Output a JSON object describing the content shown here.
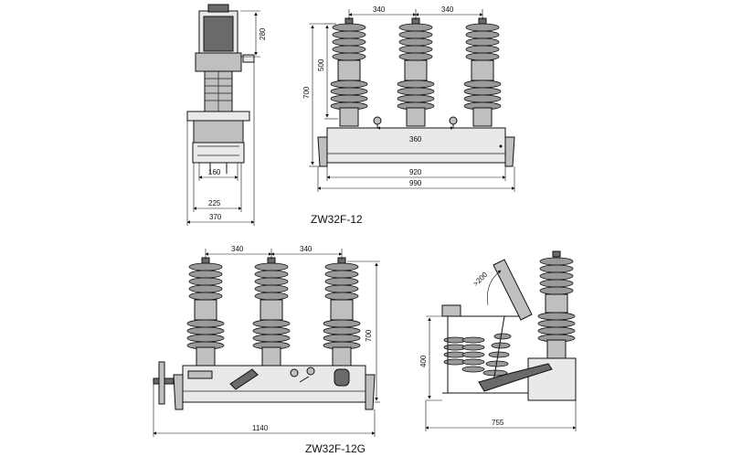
{
  "views": {
    "zw32f12_side": {
      "dims": {
        "height_top": "280",
        "base_inner": "160",
        "base_mid": "225",
        "base_outer": "370"
      }
    },
    "zw32f12_front": {
      "dims": {
        "pitch_1": "340",
        "pitch_2": "340",
        "insulator_height": "500",
        "total_height": "700",
        "mount_spacing": "360",
        "frame_width": "920",
        "overall_width": "990"
      }
    },
    "zw32f12g_front": {
      "dims": {
        "pitch_1": "340",
        "pitch_2": "340",
        "total_height": "700",
        "overall_width": "1140"
      }
    },
    "zw32f12g_side": {
      "dims": {
        "opening_angle": ">200",
        "height": "400",
        "overall_width": "755"
      }
    }
  },
  "models": {
    "top": "ZW32F-12",
    "bottom": "ZW32F-12G"
  }
}
